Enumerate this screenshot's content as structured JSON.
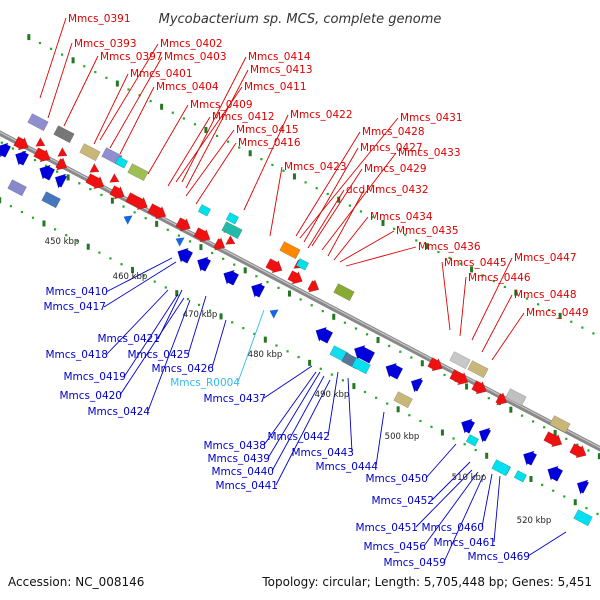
{
  "title": "Mycobacterium sp. MCS, complete genome",
  "accession": "Accession: NC_008146",
  "topology": "Topology: circular; Length: 5,705,448 bp; Genes: 5,451",
  "colors": {
    "forward_label": "#dd0000",
    "reverse_label": "#0000cc",
    "rna_label": "#33bbee",
    "backbone": "#888888",
    "tick_dot": "#22aa22",
    "tick_dash": "#227722"
  },
  "scale_ticks": [
    "450 kbp",
    "460 kbp",
    "470 kbp",
    "480 kbp",
    "490 kbp",
    "500 kbp",
    "510 kbp",
    "520 kbp"
  ],
  "forward_labels": [
    "Mmcs_0391",
    "Mmcs_0393",
    "Mmcs_0397",
    "Mmcs_0402",
    "Mmcs_0403",
    "Mmcs_0401",
    "Mmcs_0404",
    "Mmcs_0414",
    "Mmcs_0413",
    "Mmcs_0411",
    "Mmcs_0409",
    "Mmcs_0412",
    "Mmcs_0415",
    "Mmcs_0416",
    "Mmcs_0422",
    "Mmcs_0431",
    "Mmcs_0428",
    "Mmcs_0427",
    "Mmcs_0433",
    "Mmcs_0423",
    "Mmcs_0429",
    "dcd",
    "Mmcs_0432",
    "Mmcs_0434",
    "Mmcs_0435",
    "Mmcs_0436",
    "Mmcs_0445",
    "Mmcs_0447",
    "Mmcs_0446",
    "Mmcs_0448",
    "Mmcs_0449"
  ],
  "reverse_labels": [
    "Mmcs_0410",
    "Mmcs_0417",
    "Mmcs_0421",
    "Mmcs_0418",
    "Mmcs_0425",
    "Mmcs_0419",
    "Mmcs_0426",
    "Mmcs_0420",
    "Mmcs_0424",
    "Mmcs_0437",
    "Mmcs_0438",
    "Mmcs_0442",
    "Mmcs_0439",
    "Mmcs_0443",
    "Mmcs_0440",
    "Mmcs_0444",
    "Mmcs_0441",
    "Mmcs_0450",
    "Mmcs_0452",
    "Mmcs_0451",
    "Mmcs_0460",
    "Mmcs_0456",
    "Mmcs_0461",
    "Mmcs_0459",
    "Mmcs_0469"
  ],
  "rna_labels": [
    "Mmcs_R0004"
  ]
}
